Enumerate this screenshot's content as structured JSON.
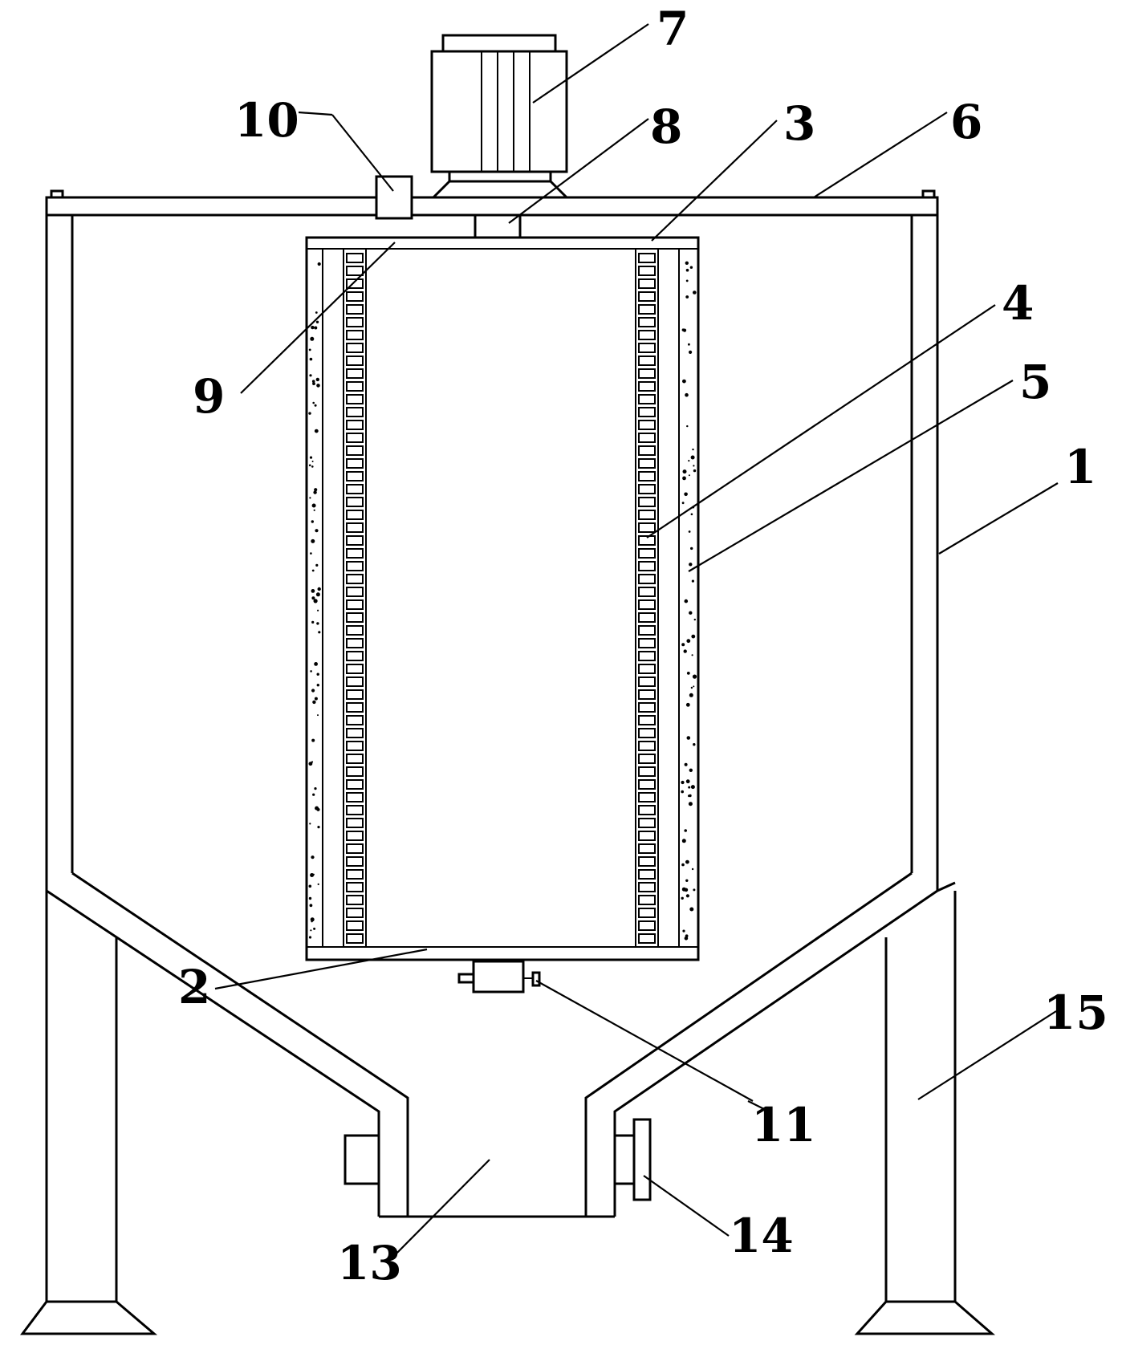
{
  "labels": {
    "l1": "1",
    "l2": "2",
    "l3": "3",
    "l4": "4",
    "l5": "5",
    "l6": "6",
    "l7": "7",
    "l8": "8",
    "l9": "9",
    "l10": "10",
    "l11": "11",
    "l13": "13",
    "l14": "14",
    "l15": "15"
  }
}
